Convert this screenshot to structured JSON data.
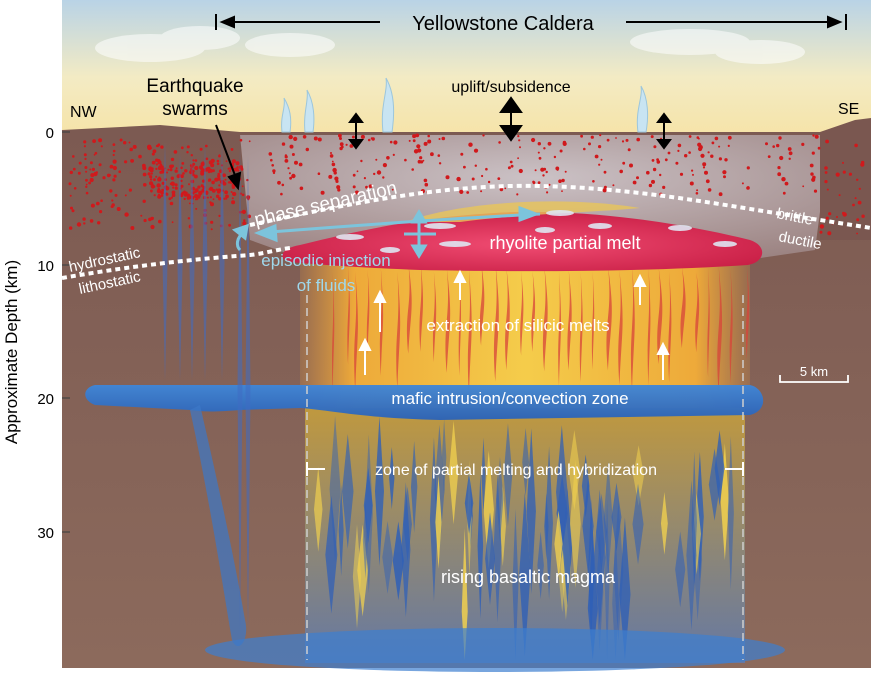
{
  "title": "Yellowstone Caldera",
  "labels": {
    "earthquake_swarms_line1": "Earthquake",
    "earthquake_swarms_line2": "swarms",
    "uplift_subsidence": "uplift/subsidence",
    "nw": "NW",
    "se": "SE",
    "phase_separation": "phase separation",
    "brittle": "brittle",
    "ductile": "ductile",
    "hydrostatic": "hydrostatic",
    "lithostatic": "lithostatic",
    "episodic_injection_line1": "episodic injection",
    "episodic_injection_line2": "of fluids",
    "rhyolite_partial_melt": "rhyolite partial melt",
    "extraction_of_silicic_melts": "extraction of silicic melts",
    "mafic_intrusion": "mafic intrusion/convection zone",
    "zone_of_partial_melting": "zone of partial melting and hybridization",
    "rising_basaltic_magma": "rising basaltic magma",
    "scale_bar": "5 km"
  },
  "axis": {
    "label": "Approximate Depth (km)",
    "ticks": [
      "0",
      "10",
      "20",
      "30"
    ]
  },
  "colors": {
    "sky_top": "#b9d3e6",
    "sky_bottom": "#f7e7b0",
    "crust": "#8a6458",
    "rhyolite": "#d8264a",
    "silicic_zone": "#f4b43a",
    "mafic": "#2f6fc4",
    "quake_dot": "#d0191c",
    "fluid_arrow": "#7cc4dc"
  }
}
